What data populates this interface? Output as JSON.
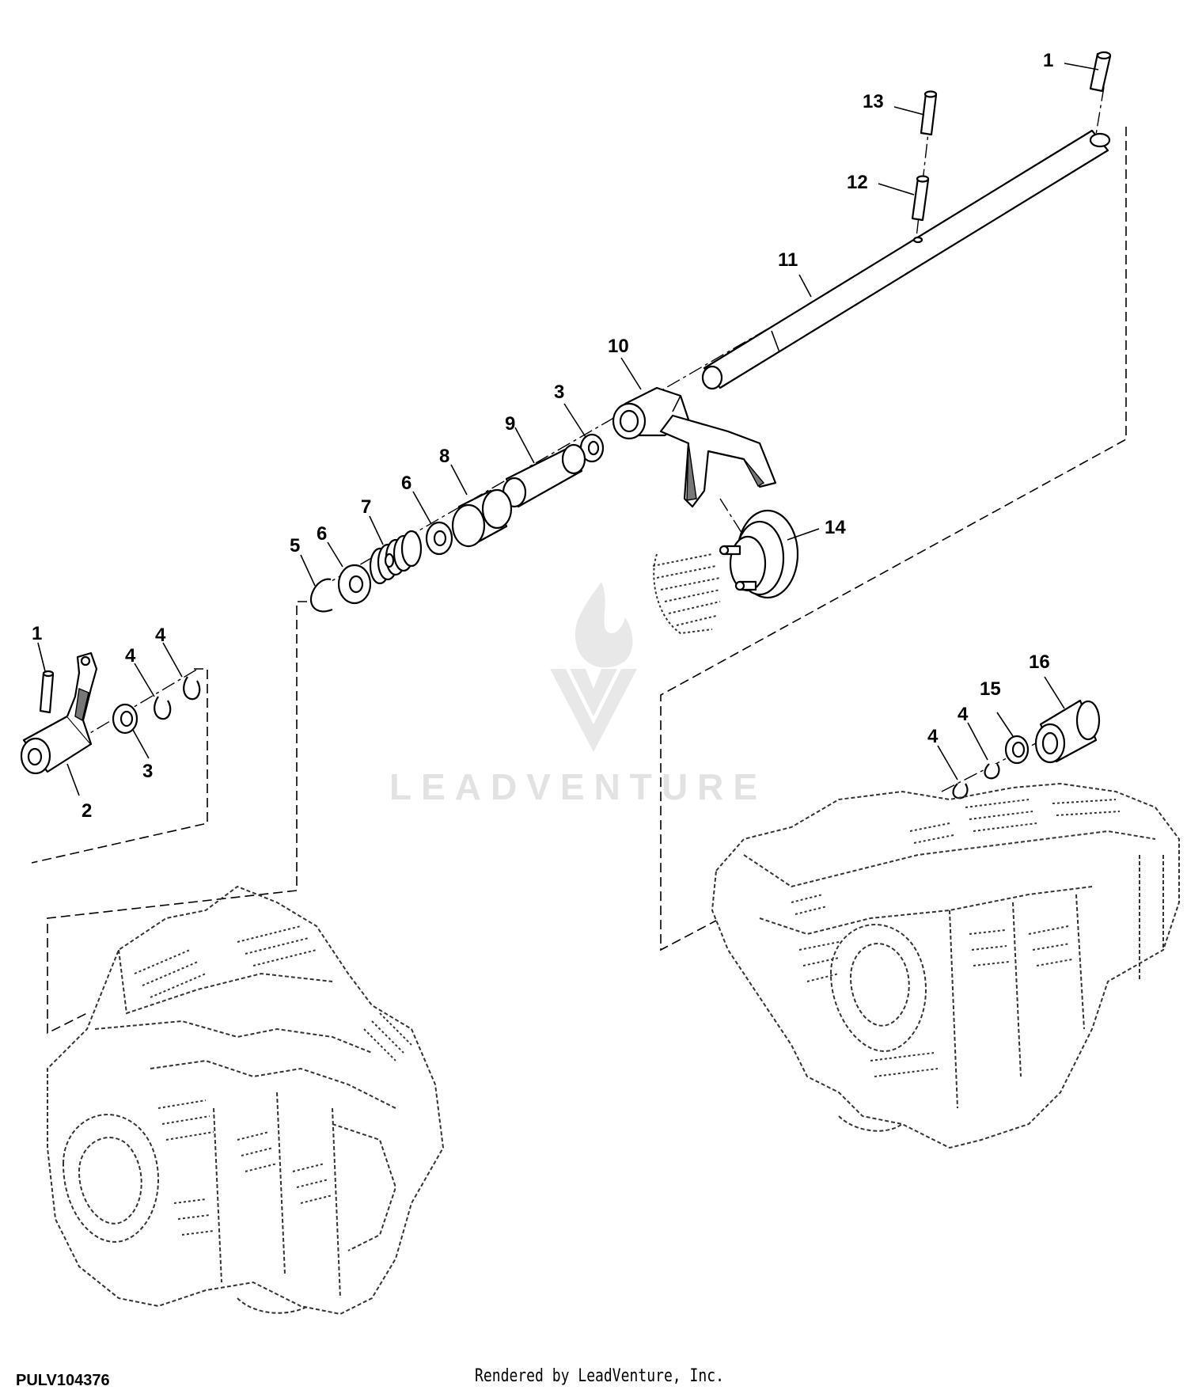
{
  "figure": {
    "code": "PULV104376",
    "credit": "Rendered by LeadVenture, Inc.",
    "watermark": "LEADVENTURE"
  },
  "callouts": {
    "shaft": {
      "pin_top": "1",
      "pin_13": "13",
      "pin_12": "12",
      "shaft_11": "11"
    },
    "fork": {
      "fork_10": "10",
      "washer_3": "3",
      "spacer_9": "9",
      "collar_8": "8",
      "washer_6a": "6",
      "spring_7": "7",
      "washer_6b": "6",
      "ring_5": "5",
      "gear_14": "14"
    },
    "lever": {
      "pin_1": "1",
      "lever_2": "2",
      "washer_3": "3",
      "ring_4a": "4",
      "ring_4b": "4"
    },
    "right": {
      "ring_4a": "4",
      "ring_4b": "4",
      "washer_15": "15",
      "bushing_16": "16"
    }
  }
}
